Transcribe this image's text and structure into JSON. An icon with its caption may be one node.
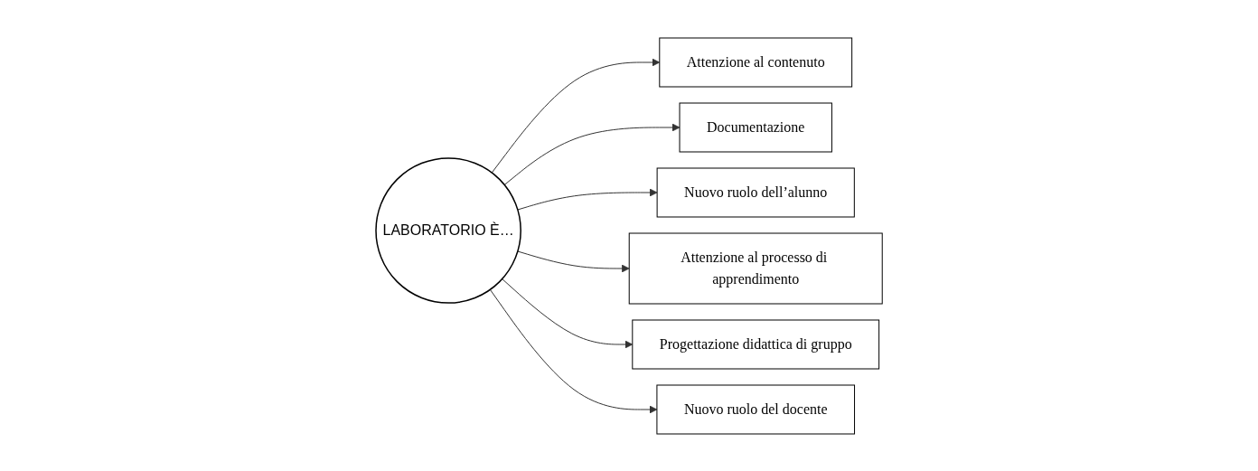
{
  "diagram": {
    "nodes": [
      {
        "text": [
          "LABORATORIO È…"
        ]
      },
      {
        "text": [
          "Attenzione al contenuto"
        ]
      },
      {
        "text": [
          "Documentazione"
        ]
      },
      {
        "text": [
          "Nuovo ruolo dell’alunno"
        ]
      },
      {
        "text": [
          "Attenzione al processo di apprendimento"
        ]
      },
      {
        "text": [
          "Progettazione didattica di gruppo"
        ]
      },
      {
        "text": [
          "Nuovo ruolo del docente"
        ]
      }
    ],
    "edges": [
      {
        "from": 0,
        "to": 1,
        "arrow": "to"
      },
      {
        "from": 0,
        "to": 2,
        "arrow": "to"
      },
      {
        "from": 0,
        "to": 3,
        "arrow": "to"
      },
      {
        "from": 0,
        "to": 4,
        "arrow": "to"
      },
      {
        "from": 0,
        "to": 5,
        "arrow": "to"
      },
      {
        "from": 0,
        "to": 6,
        "arrow": "to"
      }
    ]
  }
}
